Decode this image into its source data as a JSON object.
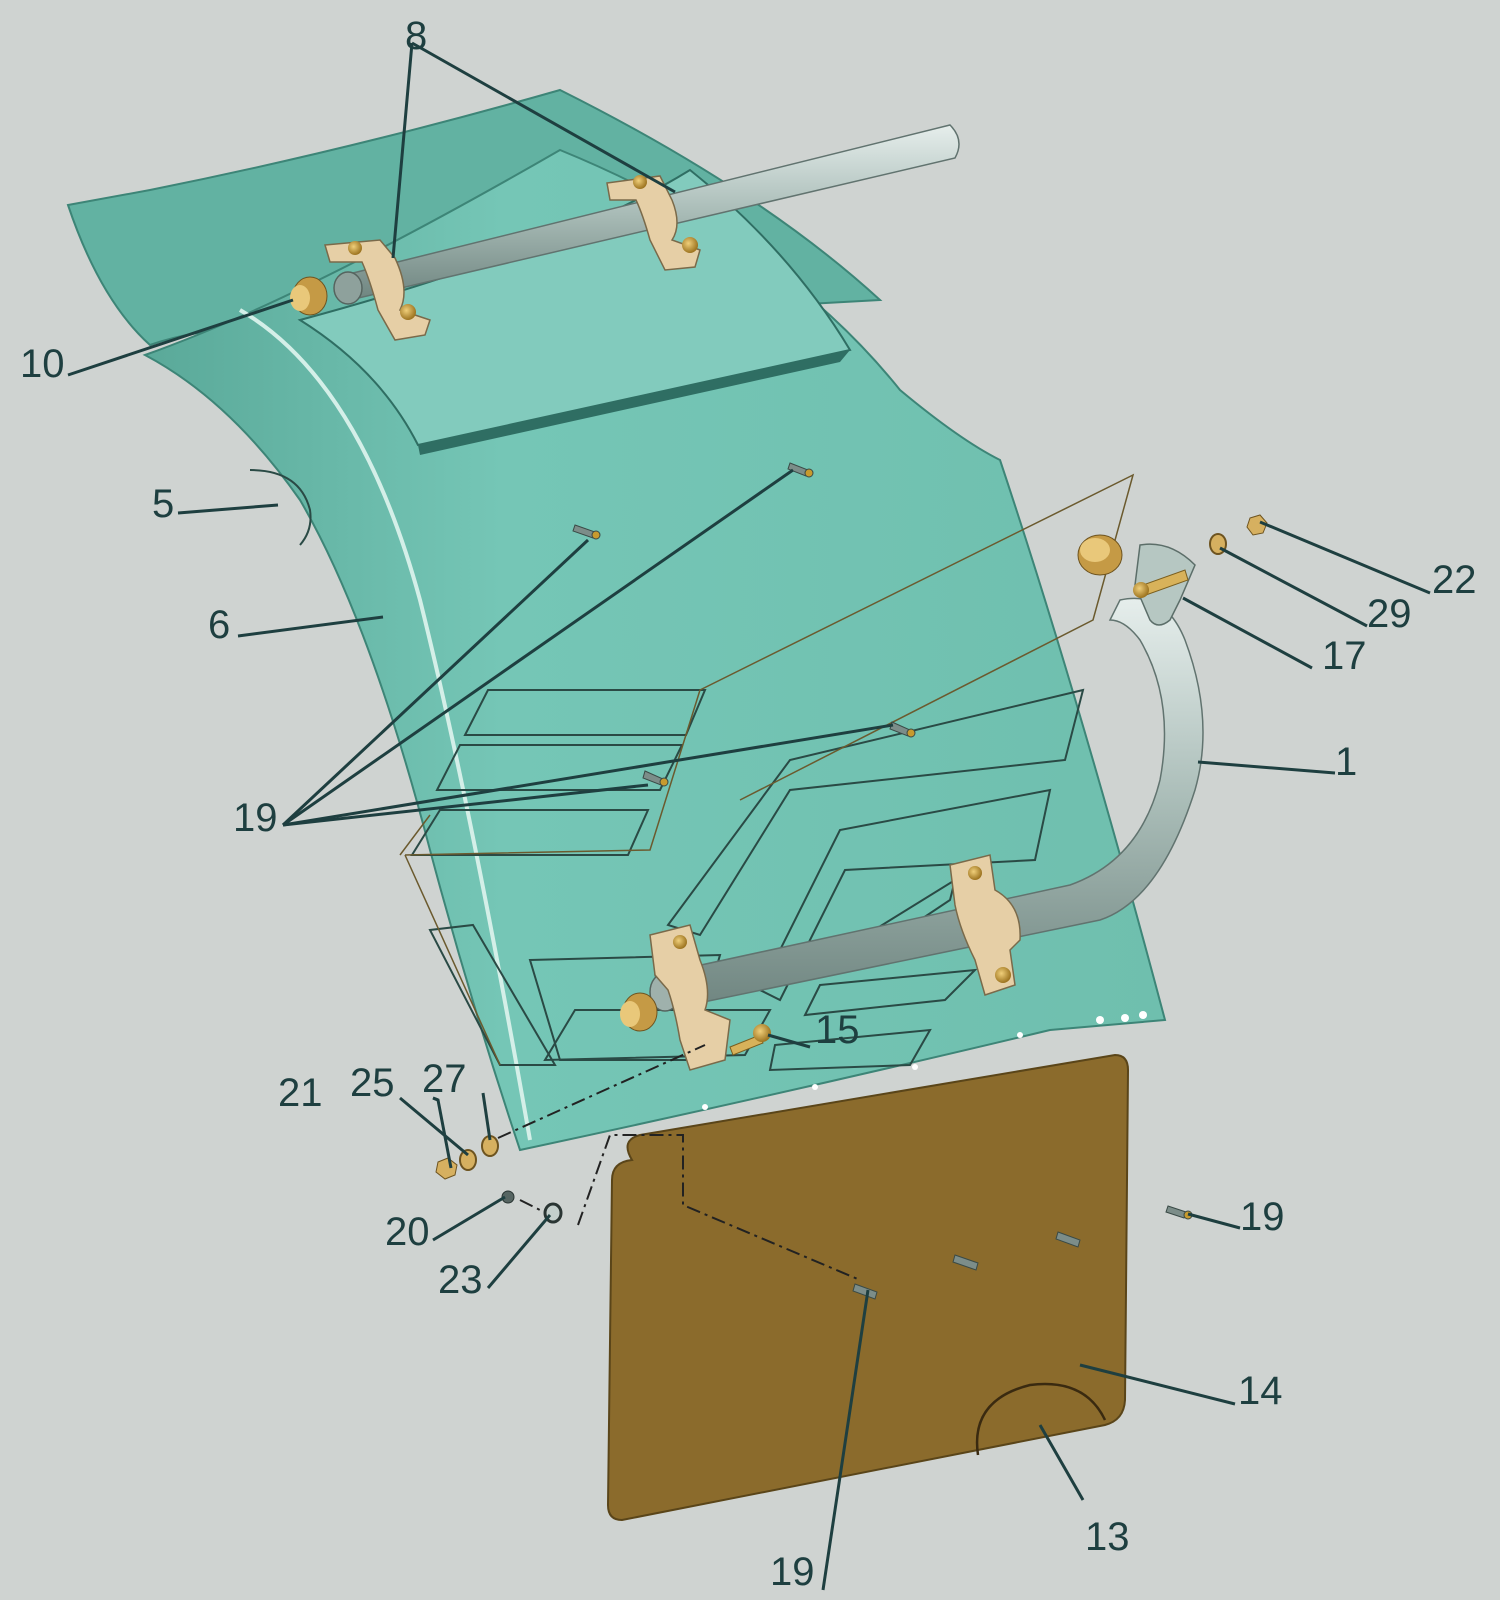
{
  "diagram": {
    "background": "#cfd3d1",
    "colors": {
      "fender": "#6fc1b1",
      "fender_dark": "#4d9a8c",
      "fender_light": "#93d6c8",
      "mudflap": "#8b6b2c",
      "pipe": "#b9c8c4",
      "bracket": "#e4c9a0",
      "bolt": "#c79a2e",
      "callout_text": "#1e3f40"
    },
    "callouts": [
      {
        "id": "c1",
        "label": "1"
      },
      {
        "id": "c5",
        "label": "5"
      },
      {
        "id": "c6",
        "label": "6"
      },
      {
        "id": "c8",
        "label": "8"
      },
      {
        "id": "c10",
        "label": "10"
      },
      {
        "id": "c13",
        "label": "13"
      },
      {
        "id": "c14",
        "label": "14"
      },
      {
        "id": "c15",
        "label": "15"
      },
      {
        "id": "c17",
        "label": "17"
      },
      {
        "id": "c19a",
        "label": "19"
      },
      {
        "id": "c19b",
        "label": "19"
      },
      {
        "id": "c19c",
        "label": "19"
      },
      {
        "id": "c20",
        "label": "20"
      },
      {
        "id": "c21",
        "label": "21"
      },
      {
        "id": "c22",
        "label": "22"
      },
      {
        "id": "c23",
        "label": "23"
      },
      {
        "id": "c25",
        "label": "25"
      },
      {
        "id": "c27",
        "label": "27"
      },
      {
        "id": "c29",
        "label": "29"
      }
    ]
  }
}
